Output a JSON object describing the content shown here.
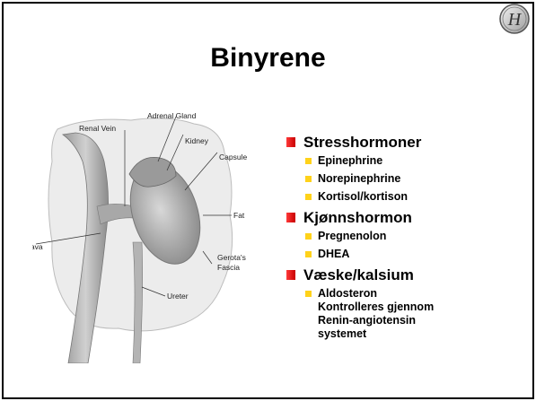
{
  "title": "Binyrene",
  "logo": {
    "icon": "h-circle-logo",
    "letter": "H"
  },
  "diagram": {
    "labels": {
      "adrenal_gland": "Adrenal Gland",
      "renal_vein": "Renal Vein",
      "kidney": "Kidney",
      "capsule": "Capsule",
      "fat": "Fat",
      "vena_cava": "Vena Cava",
      "gerotas_fascia_line1": "Gerota's",
      "gerotas_fascia_line2": "Fascia",
      "ureter": "Ureter"
    }
  },
  "bullets": [
    {
      "label": "Stresshormoner",
      "items": [
        "Epinephrine",
        "Norepinephrine",
        "Kortisol/kortison"
      ]
    },
    {
      "label": "Kjønnshormon",
      "items": [
        "Pregnenolon",
        "DHEA"
      ]
    },
    {
      "label": "Væske/kalsium",
      "items": [
        "Aldosteron\nKontrolleres gjennom\nRenin-angiotensin\nsystemet"
      ]
    }
  ],
  "colors": {
    "bullet_level1": "#d00000",
    "bullet_level2": "#ffd21a",
    "border": "#000000"
  }
}
